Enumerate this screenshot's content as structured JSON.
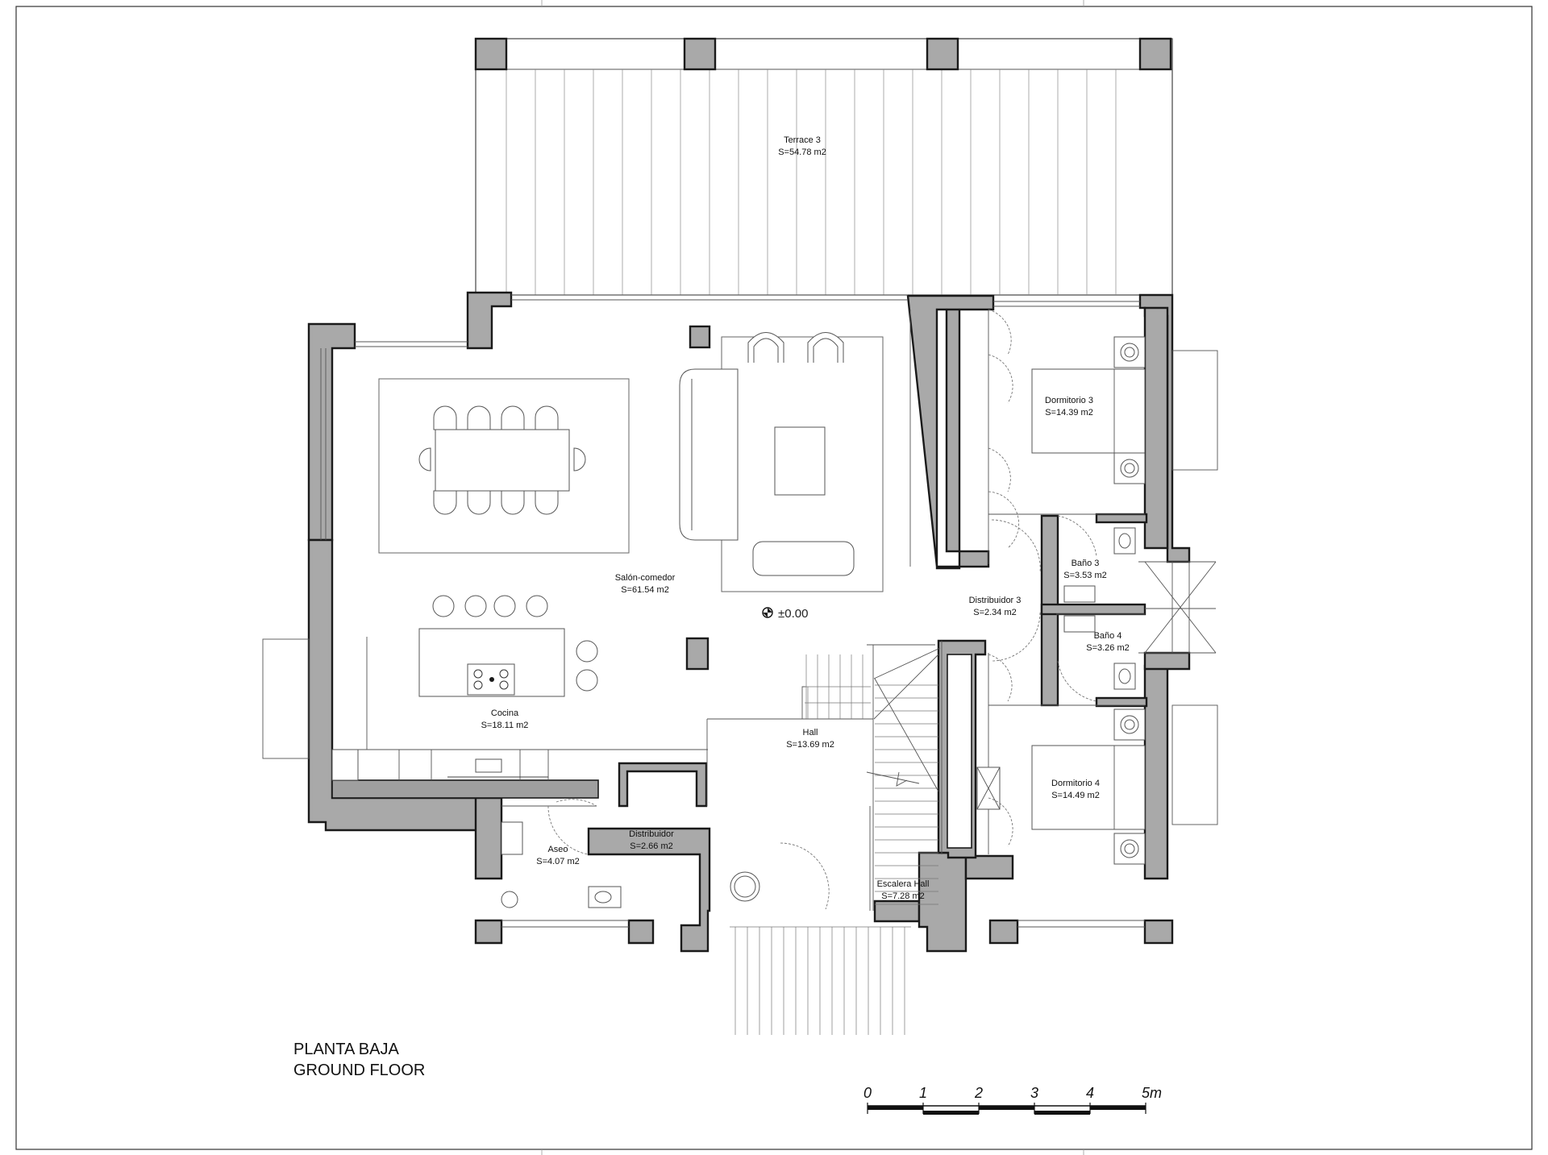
{
  "title": {
    "line1": "PLANTA BAJA",
    "line2": "GROUND FLOOR"
  },
  "level_marker": "±0.00",
  "scale": {
    "ticks": [
      "0",
      "1",
      "2",
      "3",
      "4",
      "5m"
    ]
  },
  "rooms": {
    "terrace": {
      "name": "Terrace 3",
      "area": "S=54.78 m2"
    },
    "salon": {
      "name": "Salón-comedor",
      "area": "S=61.54 m2"
    },
    "cocina": {
      "name": "Cocina",
      "area": "S=18.11 m2"
    },
    "hall": {
      "name": "Hall",
      "area": "S=13.69 m2"
    },
    "distribuidor": {
      "name": "Distribuidor",
      "area": "S=2.66 m2"
    },
    "aseo": {
      "name": "Aseo",
      "area": "S=4.07 m2"
    },
    "escalera": {
      "name": "Escalera Hall",
      "area": "S=7.28 m2"
    },
    "distribuidor3": {
      "name": "Distribuidor 3",
      "area": "S=2.34 m2"
    },
    "dormitorio3": {
      "name": "Dormitorio 3",
      "area": "S=14.39 m2"
    },
    "bano3": {
      "name": "Baño 3",
      "area": "S=3.53 m2"
    },
    "bano4": {
      "name": "Baño 4",
      "area": "S=3.26 m2"
    },
    "dormitorio4": {
      "name": "Dormitorio 4",
      "area": "S=14.49 m2"
    }
  }
}
